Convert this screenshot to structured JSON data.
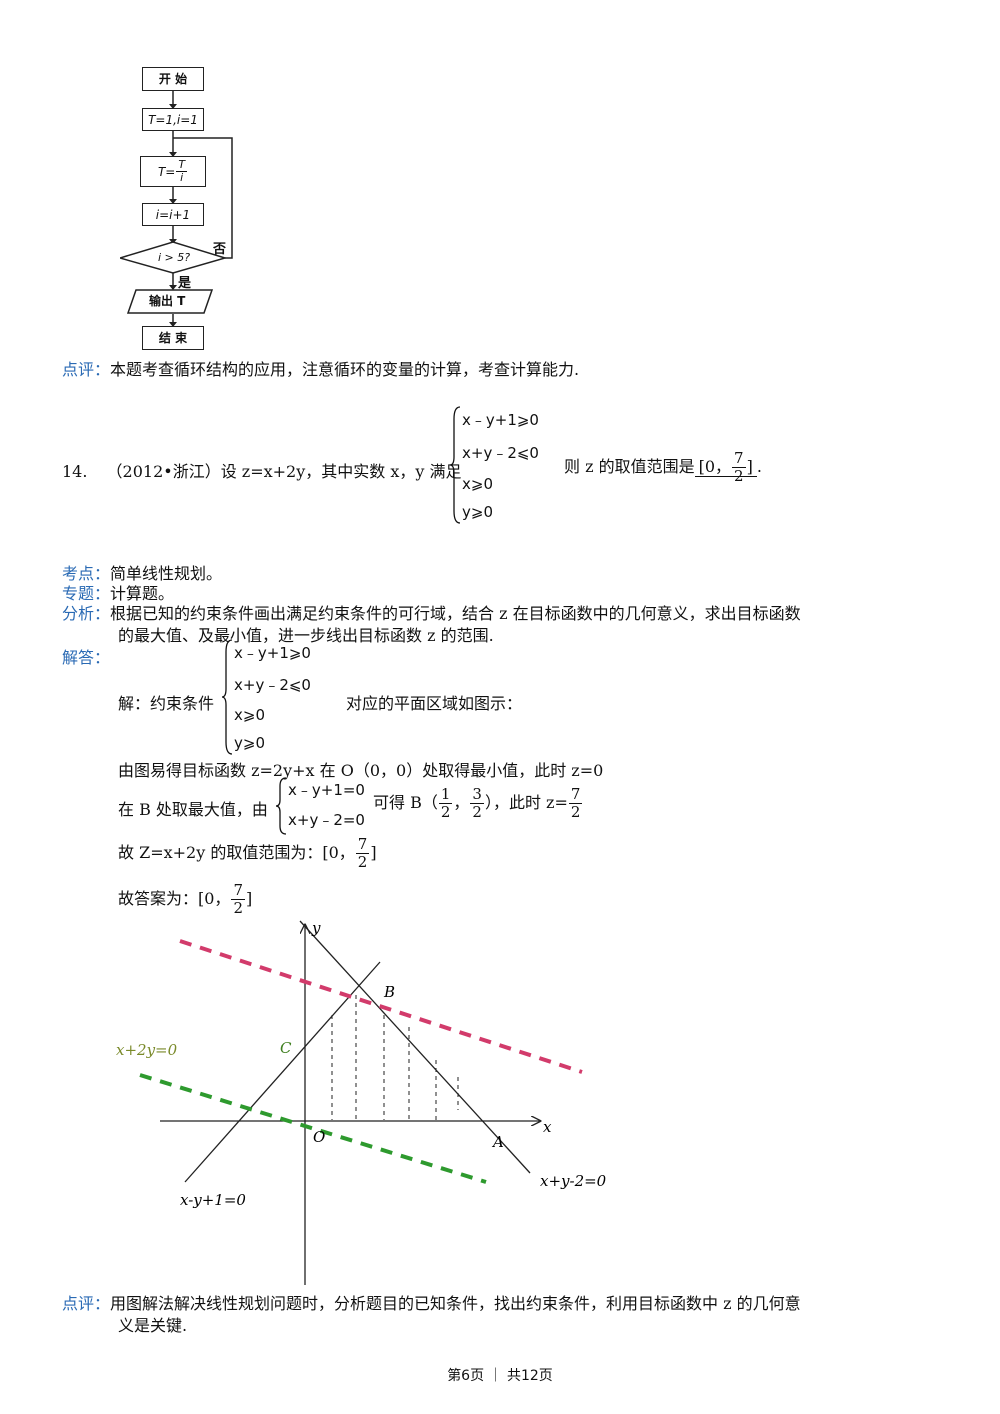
{
  "flowchart": {
    "start": "开 始",
    "init": "T=1,i=1",
    "assign_t_prefix": "T=",
    "assign_t_num": "T",
    "assign_t_den": "i",
    "increment": "i=i+1",
    "condition": "i > 5?",
    "no_label": "否",
    "yes_label": "是",
    "output": "输出 T",
    "end": "结 束"
  },
  "review13": {
    "label": "点评：",
    "text": "本题考查循环结构的应用，注意循环的变量的计算，考查计算能力."
  },
  "q14": {
    "number": "14.",
    "source": "（2012•浙江）设 z=x+2y，其中实数 x，y 满足",
    "constraints": [
      "x﹣y+1⩾0",
      "x+y﹣2⩽0",
      "x⩾0",
      "y⩾0"
    ],
    "then_text": "则 z 的取值范围是",
    "answer_prefix": "[0，",
    "answer_num": "7",
    "answer_den": "2",
    "answer_suffix": "]",
    "period": "."
  },
  "analysis": {
    "kaodian_label": "考点：",
    "kaodian": "简单线性规划。",
    "zhuanti_label": "专题：",
    "zhuanti": "计算题。",
    "fenxi_label": "分析：",
    "fenxi_line1": "根据已知的约束条件画出满足约束条件的可行域，结合 z 在目标函数中的几何意义，求出目标函数",
    "fenxi_line2": "的最大值、及最小值，进一步线出目标函数 z 的范围.",
    "jieda_label": "解答：",
    "sol_intro": "解：约束条件",
    "sol_constraints": [
      "x﹣y+1⩾0",
      "x+y﹣2⩽0",
      "x⩾0",
      "y⩾0"
    ],
    "sol_region": "对应的平面区域如图示：",
    "sol_min": "由图易得目标函数 z=2y+x 在 O（0，0）处取得最小值，此时 z=0",
    "sol_max_prefix": "在 B 处取最大值，由",
    "sol_max_sys": [
      "x﹣y+1=0",
      "x+y﹣2=0"
    ],
    "sol_max_get": "可得 B（",
    "sol_b_x_num": "1",
    "sol_b_x_den": "2",
    "sol_comma": "，",
    "sol_b_y_num": "3",
    "sol_b_y_den": "2",
    "sol_close": "），此时 z=",
    "sol_z_num": "7",
    "sol_z_den": "2",
    "range_prefix": "故 Z=x+2y 的取值范围为：[0，",
    "range_num": "7",
    "range_den": "2",
    "range_suffix": "]",
    "answer_prefix": "故答案为：[0，",
    "answer_num": "7",
    "answer_den": "2",
    "answer_suffix": "]"
  },
  "graph": {
    "y_axis": "y",
    "x_axis": "x",
    "point_b": "B",
    "point_c": "C",
    "point_o": "O",
    "point_a": "A",
    "line_obj": "x+2y=0",
    "line1": "x-y+1=0",
    "line2": "x+y-2=0",
    "colors": {
      "max_line": "#d23b6b",
      "obj_line": "#2e9a2e",
      "obj_label": "#7a8a2a",
      "c_label": "#3f7f1f"
    }
  },
  "review14": {
    "label": "点评：",
    "line1": "用图解法解决线性规划问题时，分析题目的已知条件，找出约束条件，利用目标函数中 z 的几何意",
    "line2": "义是关键."
  },
  "footer": {
    "text": "第6页 ｜ 共12页"
  }
}
